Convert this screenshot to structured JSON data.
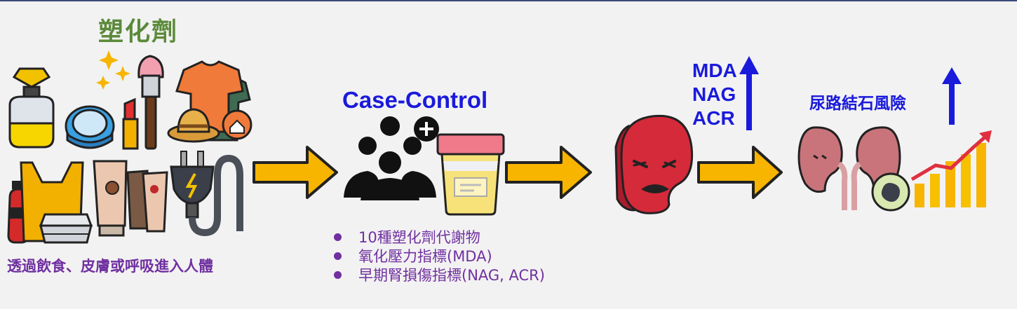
{
  "title": "塑化劑",
  "entry_caption": "透過飲食、皮膚或呼吸進入人體",
  "study": {
    "design": "Case-Control",
    "bullets": [
      "10種塑化劑代謝物",
      "氧化壓力指標(MDA)",
      "早期腎損傷指標(NAG, ACR)"
    ]
  },
  "markers": [
    "MDA",
    "NAG",
    "ACR"
  ],
  "risk_label": "尿路結石風險",
  "colors": {
    "title_green": "#5b8a3a",
    "purple": "#7030a0",
    "blue": "#1a1adc",
    "arrow_yellow": "#f7b500"
  },
  "icons": [
    "perfume-icon",
    "sparkle-icon",
    "makeup-brush-icon",
    "clothes-icon",
    "hat-icon",
    "compact-mirror-icon",
    "lipstick-icon",
    "bottle-icon",
    "plastic-bag-icon",
    "food-container-icon",
    "lotion-tubes-icon",
    "power-plug-icon",
    "people-group-icon",
    "urine-cup-icon",
    "sick-kidney-icon",
    "kidneys-icon",
    "kidney-stone-icon",
    "rising-chart-icon"
  ]
}
